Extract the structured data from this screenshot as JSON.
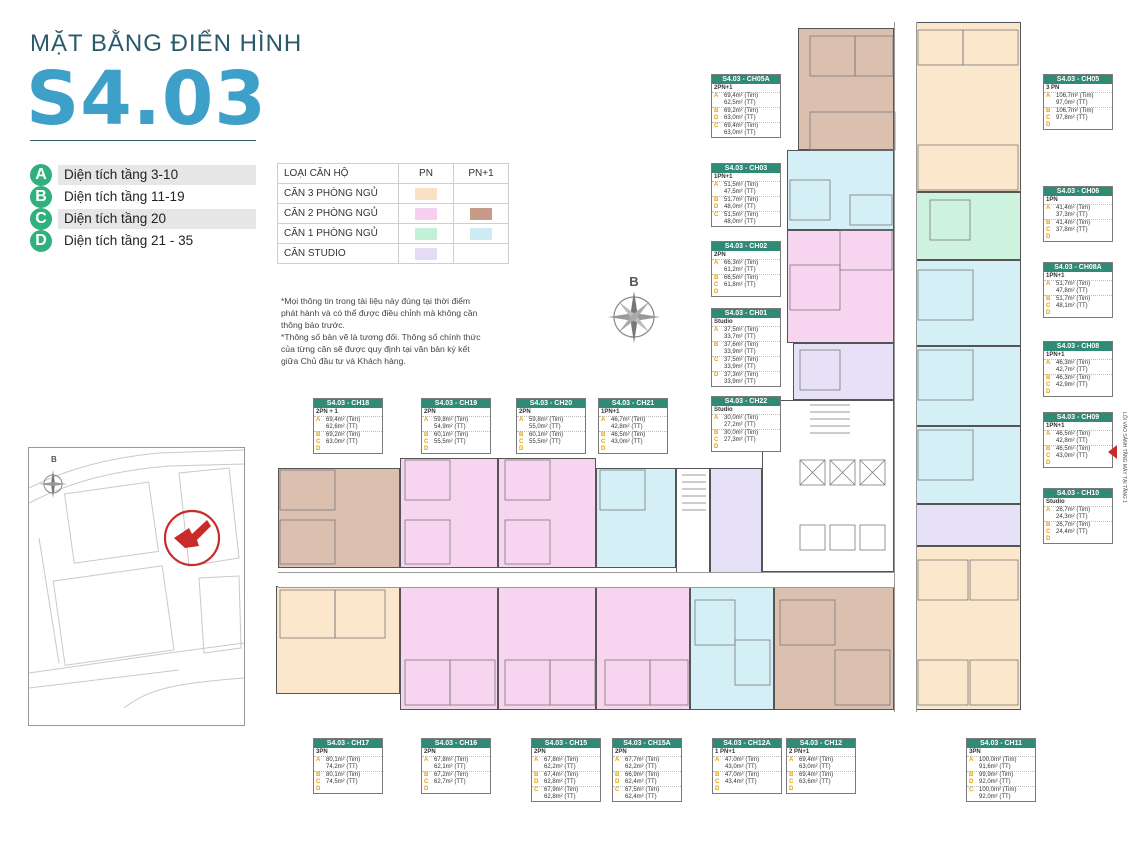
{
  "header": {
    "supertitle": "MẶT BẰNG ĐIỂN HÌNH",
    "title": "S4.03"
  },
  "floor_legend": [
    {
      "letter": "A",
      "text": "Diện tích tầng 3-10"
    },
    {
      "letter": "B",
      "text": "Diện tích tầng 11-19"
    },
    {
      "letter": "C",
      "text": "Diện tích tầng 20"
    },
    {
      "letter": "D",
      "text": "Diện tích tầng 21 - 35"
    }
  ],
  "type_table": {
    "headers": [
      "LOẠI CĂN HỘ",
      "PN",
      "PN+1"
    ],
    "rows": [
      {
        "label": "CĂN 3 PHÒNG NGỦ",
        "pn": "#f8e1c4",
        "pn1": ""
      },
      {
        "label": "CĂN 2 PHÒNG NGỦ",
        "pn": "#f5d0ef",
        "pn1": "#c89a88"
      },
      {
        "label": "CĂN 1 PHÒNG NGỦ",
        "pn": "#c3f0d8",
        "pn1": "#cdebf3"
      },
      {
        "label": "CĂN STUDIO",
        "pn": "#e4dcf7",
        "pn1": ""
      }
    ]
  },
  "note": "*Mọi thông tin trong tài liệu này đúng tại thời điểm phát hành và có thể được điều chỉnh mà không cần thông báo trước.\n*Thông số bản vẽ là tương đối. Thông số chính thức của từng căn sẽ được quy định tại văn bản ký kết giữa Chủ đầu tư và Khách hàng.",
  "compass_label": "B",
  "entrance_label": "LỐI VÀO SẢNH TẦNG MÁY TẠI TẦNG 1",
  "units": [
    {
      "id": "ch05a",
      "code": "S4.03 - CH05A",
      "type": "2PN+1",
      "rows": [
        {
          "tag": "A",
          "v": [
            "69,4m² (Tim)",
            "62,5m² (TT)"
          ]
        },
        {
          "tag": "B\nD",
          "v": [
            "69,2m² (Tim)",
            "63,0m² (TT)"
          ]
        },
        {
          "tag": "C",
          "v": [
            "69,4m² (Tim)",
            "63,0m² (TT)"
          ]
        }
      ]
    },
    {
      "id": "ch03",
      "code": "S4.03 - CH03",
      "type": "1PN+1",
      "rows": [
        {
          "tag": "A",
          "v": [
            "51,5m² (Tim)",
            "47,5m² (TT)"
          ]
        },
        {
          "tag": "B\nD",
          "v": [
            "51,7m² (Tim)",
            "48,0m² (TT)"
          ]
        },
        {
          "tag": "C",
          "v": [
            "51,5m² (Tim)",
            "48,0m² (TT)"
          ]
        }
      ]
    },
    {
      "id": "ch02",
      "code": "S4.03 - CH02",
      "type": "2PN",
      "rows": [
        {
          "tag": "A",
          "v": [
            "66,3m² (Tim)",
            "61,2m² (TT)"
          ]
        },
        {
          "tag": "B\nC\nD",
          "v": [
            "66,5m² (Tim)",
            "61,8m² (TT)"
          ]
        }
      ]
    },
    {
      "id": "ch01",
      "code": "S4.03 - CH01",
      "type": "Studio",
      "rows": [
        {
          "tag": "A",
          "v": [
            "37,5m² (Tim)",
            "33,7m² (TT)"
          ]
        },
        {
          "tag": "B",
          "v": [
            "37,6m² (Tim)",
            "33,9m² (TT)"
          ]
        },
        {
          "tag": "C",
          "v": [
            "37,5m² (Tim)",
            "33,9m² (TT)"
          ]
        },
        {
          "tag": "D",
          "v": [
            "37,3m² (Tim)",
            "33,9m² (TT)"
          ]
        }
      ]
    },
    {
      "id": "ch22",
      "code": "S4.03 - CH22",
      "type": "Studio",
      "rows": [
        {
          "tag": "A",
          "v": [
            "30,0m² (Tim)",
            "27,2m² (TT)"
          ]
        },
        {
          "tag": "B\nC\nD",
          "v": [
            "30,0m² (Tim)",
            "27,3m² (TT)"
          ]
        }
      ]
    },
    {
      "id": "ch05",
      "code": "S4.03 - CH05",
      "type": "3 PN",
      "rows": [
        {
          "tag": "A",
          "v": [
            "106,7m² (Tim)",
            "97,0m² (TT)"
          ]
        },
        {
          "tag": "B\nC\nD",
          "v": [
            "106,7m² (Tim)",
            "97,8m² (TT)"
          ]
        }
      ]
    },
    {
      "id": "ch06",
      "code": "S4.03 - CH06",
      "type": "1PN",
      "rows": [
        {
          "tag": "A",
          "v": [
            "41,4m² (Tim)",
            "37,3m² (TT)"
          ]
        },
        {
          "tag": "B\nC\nD",
          "v": [
            "41,4m² (Tim)",
            "37,8m² (TT)"
          ]
        }
      ]
    },
    {
      "id": "ch08a",
      "code": "S4.03 - CH08A",
      "type": "1PN+1",
      "rows": [
        {
          "tag": "A",
          "v": [
            "51,7m² (Tim)",
            "47,8m² (TT)"
          ]
        },
        {
          "tag": "B\nC\nD",
          "v": [
            "51,7m² (Tim)",
            "48,1m² (TT)"
          ]
        }
      ]
    },
    {
      "id": "ch08",
      "code": "S4.03 - CH08",
      "type": "1PN+1",
      "rows": [
        {
          "tag": "A",
          "v": [
            "46,3m² (Tim)",
            "42,7m² (TT)"
          ]
        },
        {
          "tag": "B\nC\nD",
          "v": [
            "46,3m² (Tim)",
            "42,9m² (TT)"
          ]
        }
      ]
    },
    {
      "id": "ch09",
      "code": "S4.03 - CH09",
      "type": "1PN+1",
      "rows": [
        {
          "tag": "A",
          "v": [
            "46,5m² (Tim)",
            "42,8m² (TT)"
          ]
        },
        {
          "tag": "B\nC\nD",
          "v": [
            "46,5m² (Tim)",
            "43,0m² (TT)"
          ]
        }
      ]
    },
    {
      "id": "ch10",
      "code": "S4.03 - CH10",
      "type": "Studio",
      "rows": [
        {
          "tag": "A",
          "v": [
            "26,7m² (Tim)",
            "24,3m² (TT)"
          ]
        },
        {
          "tag": "B\nC\nD",
          "v": [
            "26,7m² (Tim)",
            "24,4m² (TT)"
          ]
        }
      ]
    },
    {
      "id": "ch18",
      "code": "S4.03 - CH18",
      "type": "2PN + 1",
      "rows": [
        {
          "tag": "A",
          "v": [
            "69,4m² (Tim)",
            "62,6m² (TT)"
          ]
        },
        {
          "tag": "B\nC\nD",
          "v": [
            "69,2m² (Tim)",
            "63,0m² (TT)"
          ]
        }
      ]
    },
    {
      "id": "ch19",
      "code": "S4.03 - CH19",
      "type": "2PN",
      "rows": [
        {
          "tag": "A",
          "v": [
            "59,8m² (Tim)",
            "54,9m² (TT)"
          ]
        },
        {
          "tag": "B\nC\nD",
          "v": [
            "60,1m² (Tim)",
            "55,5m² (TT)"
          ]
        }
      ]
    },
    {
      "id": "ch20",
      "code": "S4.03 - CH20",
      "type": "2PN",
      "rows": [
        {
          "tag": "A",
          "v": [
            "59,8m² (Tim)",
            "55,0m² (TT)"
          ]
        },
        {
          "tag": "B\nC\nD",
          "v": [
            "60,1m² (Tim)",
            "55,5m² (TT)"
          ]
        }
      ]
    },
    {
      "id": "ch21",
      "code": "S4.03 - CH21",
      "type": "1PN+1",
      "rows": [
        {
          "tag": "A",
          "v": [
            "46,7m² (Tim)",
            "42,8m² (TT)"
          ]
        },
        {
          "tag": "B\nC\nD",
          "v": [
            "46,5m² (Tim)",
            "43,0m² (TT)"
          ]
        }
      ]
    },
    {
      "id": "ch17",
      "code": "S4.03 - CH17",
      "type": "3PN",
      "rows": [
        {
          "tag": "A",
          "v": [
            "80,1m² (Tim)",
            "74,2m² (TT)"
          ]
        },
        {
          "tag": "B\nC\nD",
          "v": [
            "80,1m² (Tim)",
            "74,5m² (TT)"
          ]
        }
      ]
    },
    {
      "id": "ch16",
      "code": "S4.03 - CH16",
      "type": "2PN",
      "rows": [
        {
          "tag": "A",
          "v": [
            "67,8m² (Tim)",
            "62,1m² (TT)"
          ]
        },
        {
          "tag": "B\nC\nD",
          "v": [
            "67,2m² (Tim)",
            "62,7m² (TT)"
          ]
        }
      ]
    },
    {
      "id": "ch15",
      "code": "S4.03 - CH15",
      "type": "2PN",
      "rows": [
        {
          "tag": "A",
          "v": [
            "67,8m² (Tim)",
            "62,2m² (TT)"
          ]
        },
        {
          "tag": "B\nD",
          "v": [
            "67,4m² (Tim)",
            "62,8m² (TT)"
          ]
        },
        {
          "tag": "C",
          "v": [
            "67,9m² (Tim)",
            "62,8m² (TT)"
          ]
        }
      ]
    },
    {
      "id": "ch15a",
      "code": "S4.03 - CH15A",
      "type": "2PN",
      "rows": [
        {
          "tag": "A",
          "v": [
            "67,7m² (Tim)",
            "62,2m² (TT)"
          ]
        },
        {
          "tag": "B\nD",
          "v": [
            "66,9m² (Tim)",
            "62,4m² (TT)"
          ]
        },
        {
          "tag": "C",
          "v": [
            "67,5m² (Tim)",
            "62,4m² (TT)"
          ]
        }
      ]
    },
    {
      "id": "ch12a",
      "code": "S4.03 - CH12A",
      "type": "1 PN+1",
      "rows": [
        {
          "tag": "A",
          "v": [
            "47,0m² (Tim)",
            "43,0m² (TT)"
          ]
        },
        {
          "tag": "B\nC\nD",
          "v": [
            "47,0m² (Tim)",
            "43,4m² (TT)"
          ]
        }
      ]
    },
    {
      "id": "ch12",
      "code": "S4.03 - CH12",
      "type": "2 PN+1",
      "rows": [
        {
          "tag": "A",
          "v": [
            "69,4m² (Tim)",
            "63,0m² (TT)"
          ]
        },
        {
          "tag": "B\nC\nD",
          "v": [
            "69,4m² (Tim)",
            "63,6m² (TT)"
          ]
        }
      ]
    },
    {
      "id": "ch11",
      "code": "S4.03 - CH11",
      "type": "3PN",
      "rows": [
        {
          "tag": "A",
          "v": [
            "100,0m² (Tim)",
            "91,6m² (TT)"
          ]
        },
        {
          "tag": "B\nD",
          "v": [
            "99,9m² (Tim)",
            "92,0m² (TT)"
          ]
        },
        {
          "tag": "C",
          "v": [
            "100,0m² (Tim)",
            "92,0m² (TT)"
          ]
        }
      ]
    }
  ],
  "colors": {
    "title_blue": "#3e9fc8",
    "badge_green": "#2fb07c",
    "header_green": "#2f8a76",
    "marker_red": "#c92a2a"
  }
}
